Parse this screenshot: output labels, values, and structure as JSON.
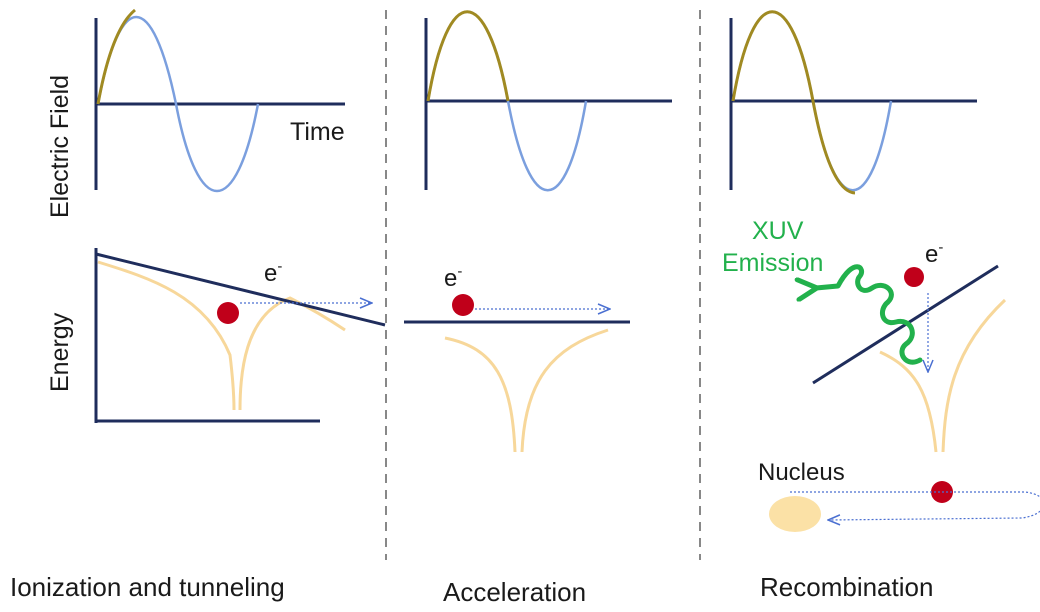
{
  "labels": {
    "y_axis_field": "Electric Field",
    "x_axis_time": "Time",
    "y_axis_energy": "Energy",
    "electron": "e",
    "electron_charge": "-",
    "xuv_line1": "XUV",
    "xuv_line2": "Emission",
    "nucleus": "Nucleus"
  },
  "panels": [
    {
      "caption": "Ionization and tunneling"
    },
    {
      "caption": "Acceleration"
    },
    {
      "caption": "Recombination"
    }
  ],
  "colors": {
    "axis": "#1f2d5c",
    "field_wave": "#7b9fde",
    "wave_highlight": "#a08a22",
    "potential": "#f7d79a",
    "electron": "#c0001a",
    "arrow": "#4a6fd1",
    "xuv": "#22b14c",
    "nucleus": "#fbe1a6",
    "divider": "#888888"
  }
}
